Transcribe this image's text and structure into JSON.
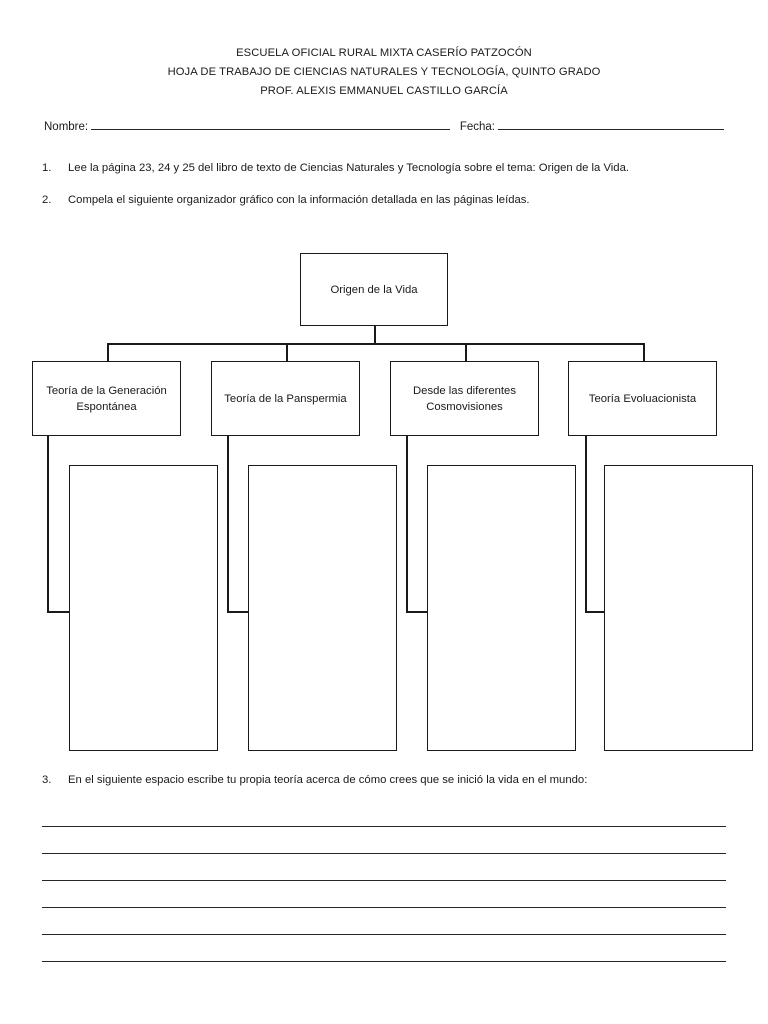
{
  "header": {
    "lines": [
      "ESCUELA OFICIAL RURAL MIXTA CASERÍO PATZOCÓN",
      "HOJA DE TRABAJO DE CIENCIAS NATURALES Y TECNOLOGÍA, QUINTO GRADO",
      "PROF. ALEXIS EMMANUEL CASTILLO GARCÍA"
    ]
  },
  "fields": {
    "name_label": "Nombre:",
    "name_value": "",
    "date_label": "Fecha:",
    "date_value": ""
  },
  "instructions": [
    {
      "number": "1.",
      "text": "Lee la página 23, 24 y 25 del libro de texto de Ciencias Naturales y Tecnología sobre el tema: Origen de la Vida."
    },
    {
      "number": "2.",
      "text": "Compela el siguiente organizador gráfico con la información detallada en las páginas leídas."
    },
    {
      "number": "3.",
      "text": "En el siguiente espacio escribe tu propia teoría acerca de cómo crees que se inició la vida en el mundo:"
    }
  ],
  "organizer": {
    "root": "Origen de la Vida",
    "branches": [
      {
        "label": "Teoría de la Generación Espontánea",
        "answer": ""
      },
      {
        "label": "Teoría de la Panspermia",
        "answer": ""
      },
      {
        "label": "Desde las diferentes Cosmovisiones",
        "answer": ""
      },
      {
        "label": "Teoría Evoluacionista",
        "answer": ""
      }
    ]
  },
  "answer_section": {
    "line_count": 6,
    "lines": [
      "",
      "",
      "",
      "",
      "",
      ""
    ]
  },
  "colors": {
    "text": "#1a1a1a",
    "rule": "#262626",
    "page_background": "#ffffff",
    "box_border": "#1a1a1a"
  }
}
